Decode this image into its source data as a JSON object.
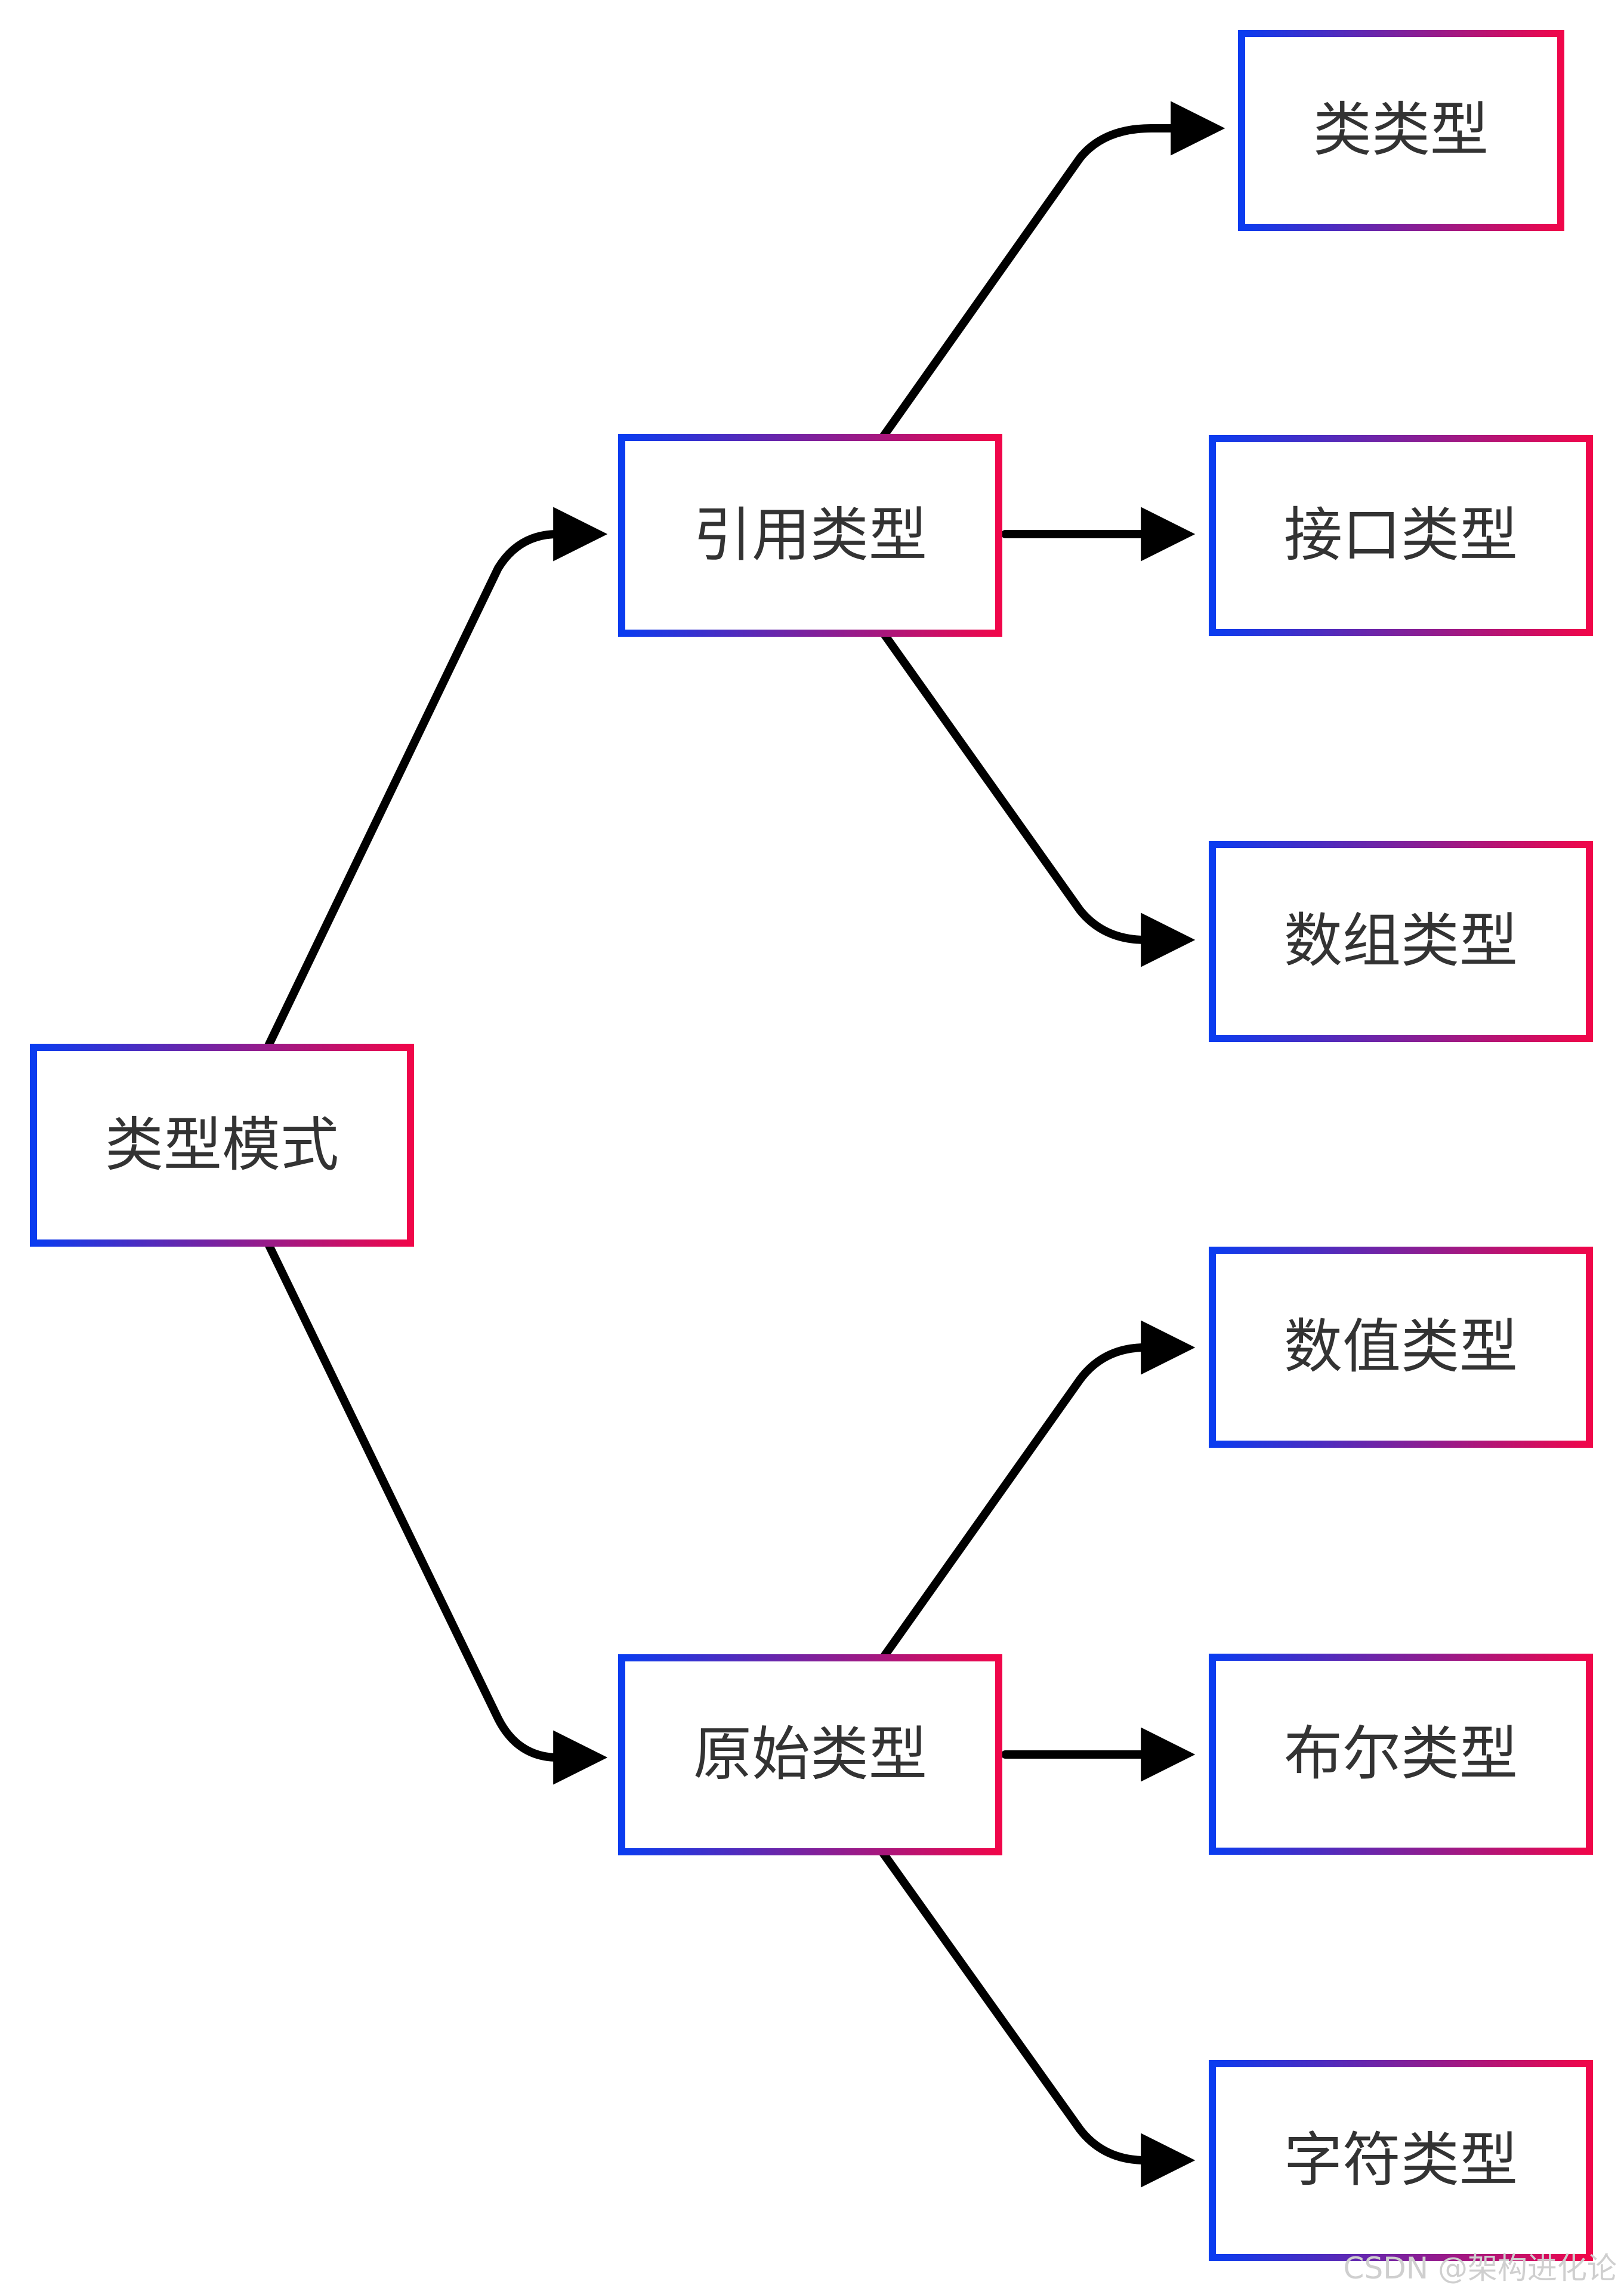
{
  "colors": {
    "border_start": "#0a3cf0",
    "border_end": "#f0064a",
    "edge": "#000000",
    "text": "#333333",
    "background": "#ffffff"
  },
  "nodes": {
    "root": {
      "label": "类型模式"
    },
    "reference": {
      "label": "引用类型"
    },
    "primitive": {
      "label": "原始类型"
    },
    "class": {
      "label": "类类型"
    },
    "interface": {
      "label": "接口类型"
    },
    "array": {
      "label": "数组类型"
    },
    "numeric": {
      "label": "数值类型"
    },
    "boolean": {
      "label": "布尔类型"
    },
    "char": {
      "label": "字符类型"
    }
  },
  "edges": [
    {
      "from": "root",
      "to": "reference"
    },
    {
      "from": "root",
      "to": "primitive"
    },
    {
      "from": "reference",
      "to": "class"
    },
    {
      "from": "reference",
      "to": "interface"
    },
    {
      "from": "reference",
      "to": "array"
    },
    {
      "from": "primitive",
      "to": "numeric"
    },
    {
      "from": "primitive",
      "to": "boolean"
    },
    {
      "from": "primitive",
      "to": "char"
    }
  ],
  "watermark": "CSDN @架构进化论"
}
